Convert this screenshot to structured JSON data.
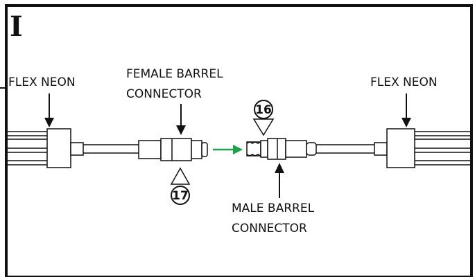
{
  "step": {
    "letter": "I"
  },
  "labels": {
    "flex_neon_left": "FLEX NEON",
    "flex_neon_right": "FLEX NEON",
    "female_line1": "FEMALE BARREL",
    "female_line2": "CONNECTOR",
    "male_line1": "MALE BARREL",
    "male_line2": "CONNECTOR"
  },
  "callouts": {
    "part_16": "16",
    "part_17": "17"
  },
  "colors": {
    "line": "#111111",
    "arrow_green": "#1aa34a",
    "background": "#ffffff"
  }
}
